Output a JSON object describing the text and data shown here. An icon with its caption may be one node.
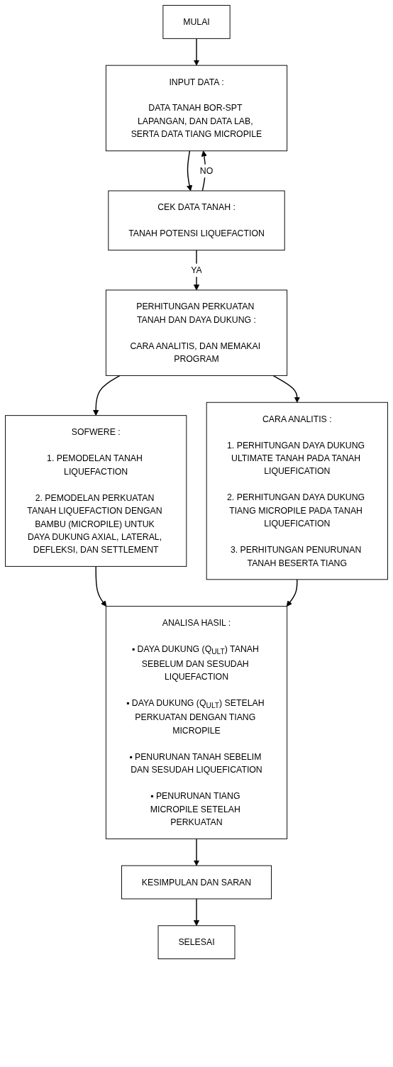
{
  "diagram": {
    "nodes": [
      {
        "text": [
          "MULAI"
        ]
      },
      {
        "text": [
          "INPUT DATA :",
          "DATA TANAH BOR-SPT LAPANGAN, DAN DATA LAB, SERTA DATA TIANG MICROPILE"
        ]
      },
      {
        "text": [
          "CEK DATA TANAH :",
          "TANAH POTENSI LIQUEFACTION"
        ]
      },
      {
        "text": [
          "PERHITUNGAN PERKUATAN TANAH DAN DAYA DUKUNG :",
          "CARA ANALITIS, DAN MEMAKAI PROGRAM"
        ]
      },
      {
        "text": [
          "SOFWERE :",
          "1. PEMODELAN TANAH LIQUEFACTION",
          "2. PEMODELAN PERKUATAN TANAH LIQUEFACTION DENGAN BAMBU (MICROPILE) UNTUK DAYA DUKUNG AXIAL, LATERAL, DEFLEKSI, DAN SETTLEMENT"
        ]
      },
      {
        "text": [
          "CARA ANALITIS :",
          "1. PERHITUNGAN DAYA DUKUNG ULTIMATE TANAH PADA TANAH LIQUEFICATION",
          "2. PERHITUNGAN DAYA DUKUNG TIANG MICROPILE PADA TANAH LIQUEFICATION",
          "3. PERHITUNGAN PENURUNAN TANAH BESERTA TIANG"
        ]
      },
      {
        "text": [
          "ANALISA HASIL :",
          "▪ DAYA DUKUNG (Q$_{ULT}$) TANAH SEBELUM DAN SESUDAH LIQUEFACTION",
          "▪ DAYA DUKUNG (Q$_{ULT}$) SETELAH PERKUATAN DENGAN TIANG MICROPILE",
          "▪ PENURUNAN TANAH SEBELIM DAN SESUDAH LIQUEFICATION",
          "▪ PENURUNAN TIANG MICROPILE SETELAH PERKUATAN"
        ]
      },
      {
        "text": [
          "KESIMPULAN DAN SARAN"
        ]
      },
      {
        "text": [
          "SELESAI"
        ]
      }
    ],
    "edges": [
      {
        "from": 0,
        "to": 1,
        "arrow": "to"
      },
      {
        "from": 1,
        "to": 2,
        "arrow": "to"
      },
      {
        "from": 2,
        "to": 1,
        "arrow": "to",
        "label": "NO"
      },
      {
        "from": 2,
        "to": 3,
        "arrow": "to",
        "label": "YA"
      },
      {
        "from": 3,
        "to": 4,
        "arrow": "to"
      },
      {
        "from": 3,
        "to": 5,
        "arrow": "to"
      },
      {
        "from": 4,
        "to": 6,
        "arrow": "to"
      },
      {
        "from": 5,
        "to": 6,
        "arrow": "to"
      },
      {
        "from": 6,
        "to": 7,
        "arrow": "to"
      },
      {
        "from": 7,
        "to": 8,
        "arrow": "to"
      }
    ]
  }
}
